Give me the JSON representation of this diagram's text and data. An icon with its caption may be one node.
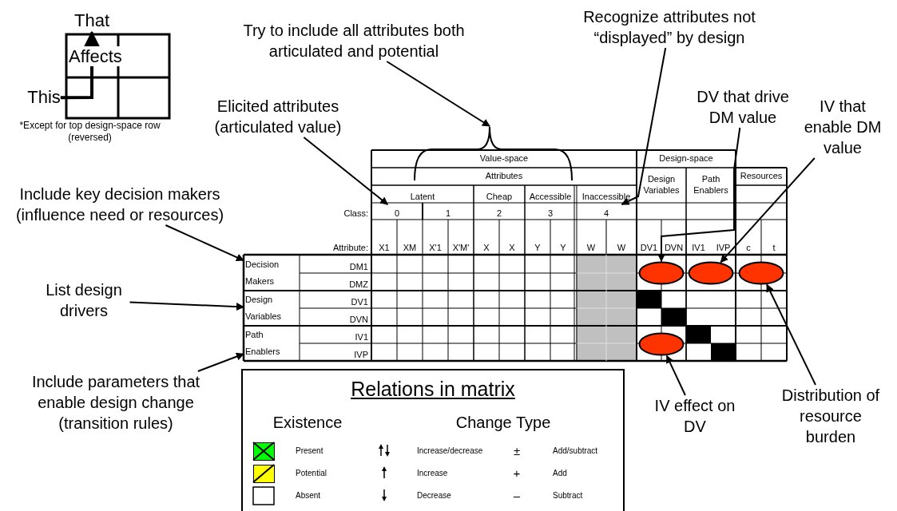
{
  "diagram": {
    "nodes": [
      {
        "text": [
          "That"
        ]
      },
      {
        "text": [
          "This"
        ]
      },
      {
        "text": [
          "Try to include all attributes both articulated and potential"
        ]
      },
      {
        "text": [
          "Recognize attributes not “displayed” by design"
        ]
      },
      {
        "text": [
          "Elicited attributes (articulated value)"
        ]
      },
      {
        "text": [
          "DV that drive DM value"
        ]
      },
      {
        "text": [
          "IV that enable DM value"
        ]
      },
      {
        "text": [
          "Include key decision makers (influence need or resources)"
        ]
      },
      {
        "text": [
          "List design drivers"
        ]
      },
      {
        "text": [],
        "shape": "ellipse"
      },
      {
        "text": [],
        "shape": "ellipse"
      },
      {
        "text": [],
        "shape": "ellipse"
      },
      {
        "text": [],
        "shape": "ellipse"
      },
      {
        "text": [
          "Include parameters that enable design change (transition rules)"
        ]
      },
      {
        "text": [
          "IV effect on DV"
        ]
      },
      {
        "text": [
          "Distribution of resource burden"
        ]
      },
      {
        "text": [],
        "shape": "brace"
      },
      {
        "text": [
          "0"
        ]
      },
      {
        "text": [
          "4"
        ]
      },
      {
        "text": [
          "Decision Makers"
        ]
      },
      {
        "text": [
          "Design Variables"
        ]
      },
      {
        "text": [
          "Path Enablers"
        ]
      }
    ],
    "edges": [
      {
        "from": 1,
        "to": 0,
        "arrow": "to",
        "label": "Affects",
        "style": "thick"
      },
      {
        "from": 2,
        "to": 16,
        "arrow": "to"
      },
      {
        "from": 3,
        "to": 18,
        "arrow": "to"
      },
      {
        "from": 4,
        "to": 17,
        "arrow": "to"
      },
      {
        "from": 5,
        "to": 9,
        "arrow": "to"
      },
      {
        "from": 6,
        "to": 10,
        "arrow": "to"
      },
      {
        "from": 7,
        "to": 19,
        "arrow": "to"
      },
      {
        "from": 8,
        "to": 20,
        "arrow": "to"
      },
      {
        "from": 13,
        "to": 21,
        "arrow": "to"
      },
      {
        "from": 14,
        "to": 12,
        "arrow": "to"
      },
      {
        "from": 15,
        "to": 11,
        "arrow": "to"
      }
    ],
    "labels": [
      "*Except for top design-space row (reversed)",
      "Value-space",
      "Design-space",
      "Attributes",
      "Design Variables",
      "Path Enablers",
      "Resources",
      "Latent",
      "Cheap",
      "Accessible",
      "Inaccessible",
      "Class:",
      "1",
      "2",
      "3",
      "Attribute:",
      "X1",
      "XM",
      "X'1",
      "X'M'",
      "X",
      "X",
      "Y",
      "Y",
      "W",
      "W",
      "DV1",
      "DVN",
      "IV1",
      "IVP",
      "c",
      "t",
      "DM1",
      "DMZ",
      "DV1",
      "DVN",
      "IV1",
      "IVP",
      "Relations in matrix",
      "Existence",
      "Change Type",
      "±",
      "+",
      "–"
    ],
    "legend": [
      {
        "text": "Present",
        "color": "#00ff00"
      },
      {
        "text": "Potential",
        "color": "#ffff00"
      },
      {
        "text": "Absent"
      },
      {
        "text": "Increase/decrease"
      },
      {
        "text": "Increase"
      },
      {
        "text": "Decrease"
      },
      {
        "text": "Add/subtract"
      },
      {
        "text": "Add"
      },
      {
        "text": "Subtract"
      }
    ]
  }
}
